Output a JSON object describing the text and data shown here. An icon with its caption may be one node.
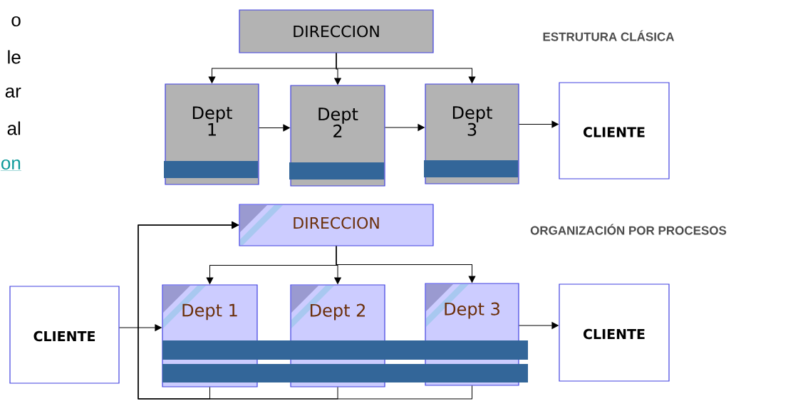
{
  "diagram": {
    "nodes": [
      {
        "text": [
          "DIRECCION"
        ]
      },
      {
        "text": [
          "Dept 1"
        ]
      },
      {
        "text": [
          "Dept 2"
        ]
      },
      {
        "text": [
          "Dept 3"
        ]
      },
      {
        "text": [
          "CLIENTE"
        ]
      },
      {
        "text": [
          "DIRECCION"
        ]
      },
      {
        "text": [
          "CLIENTE"
        ]
      },
      {
        "text": [
          "Dept 1"
        ]
      },
      {
        "text": [
          "Dept 2"
        ]
      },
      {
        "text": [
          "Dept 3"
        ]
      },
      {
        "text": [
          "CLIENTE"
        ]
      },
      {
        "text": [],
        "shape": "bar",
        "in": 1
      },
      {
        "text": [],
        "shape": "bar",
        "in": 2
      },
      {
        "text": [],
        "shape": "bar",
        "in": 3
      },
      {
        "text": [],
        "shape": "bar"
      },
      {
        "text": [],
        "shape": "bar"
      }
    ],
    "edges": [
      {
        "from": 0,
        "to": 1,
        "arrow": "to"
      },
      {
        "from": 0,
        "to": 2,
        "arrow": "to"
      },
      {
        "from": 0,
        "to": 3,
        "arrow": "to"
      },
      {
        "from": 1,
        "to": 2,
        "arrow": "to"
      },
      {
        "from": 2,
        "to": 3,
        "arrow": "to"
      },
      {
        "from": 3,
        "to": 4,
        "arrow": "to"
      },
      {
        "from": 5,
        "to": 7,
        "arrow": "to"
      },
      {
        "from": 5,
        "to": 8,
        "arrow": "to"
      },
      {
        "from": 5,
        "to": 9,
        "arrow": "to"
      },
      {
        "from": 6,
        "to": 7,
        "arrow": "to"
      },
      {
        "from": 9,
        "to": 10,
        "arrow": "to"
      },
      {
        "from": 7,
        "to": 5,
        "arrow": "to"
      },
      {
        "from": 8,
        "to": 5,
        "arrow": "to"
      },
      {
        "from": 9,
        "to": 5,
        "arrow": "to"
      }
    ],
    "labels": [
      "o",
      "le",
      "ar",
      "al",
      "on",
      "ESTRUTURA CLÁSICA",
      "ORGANIZACIÓN POR PROCESOS"
    ]
  }
}
